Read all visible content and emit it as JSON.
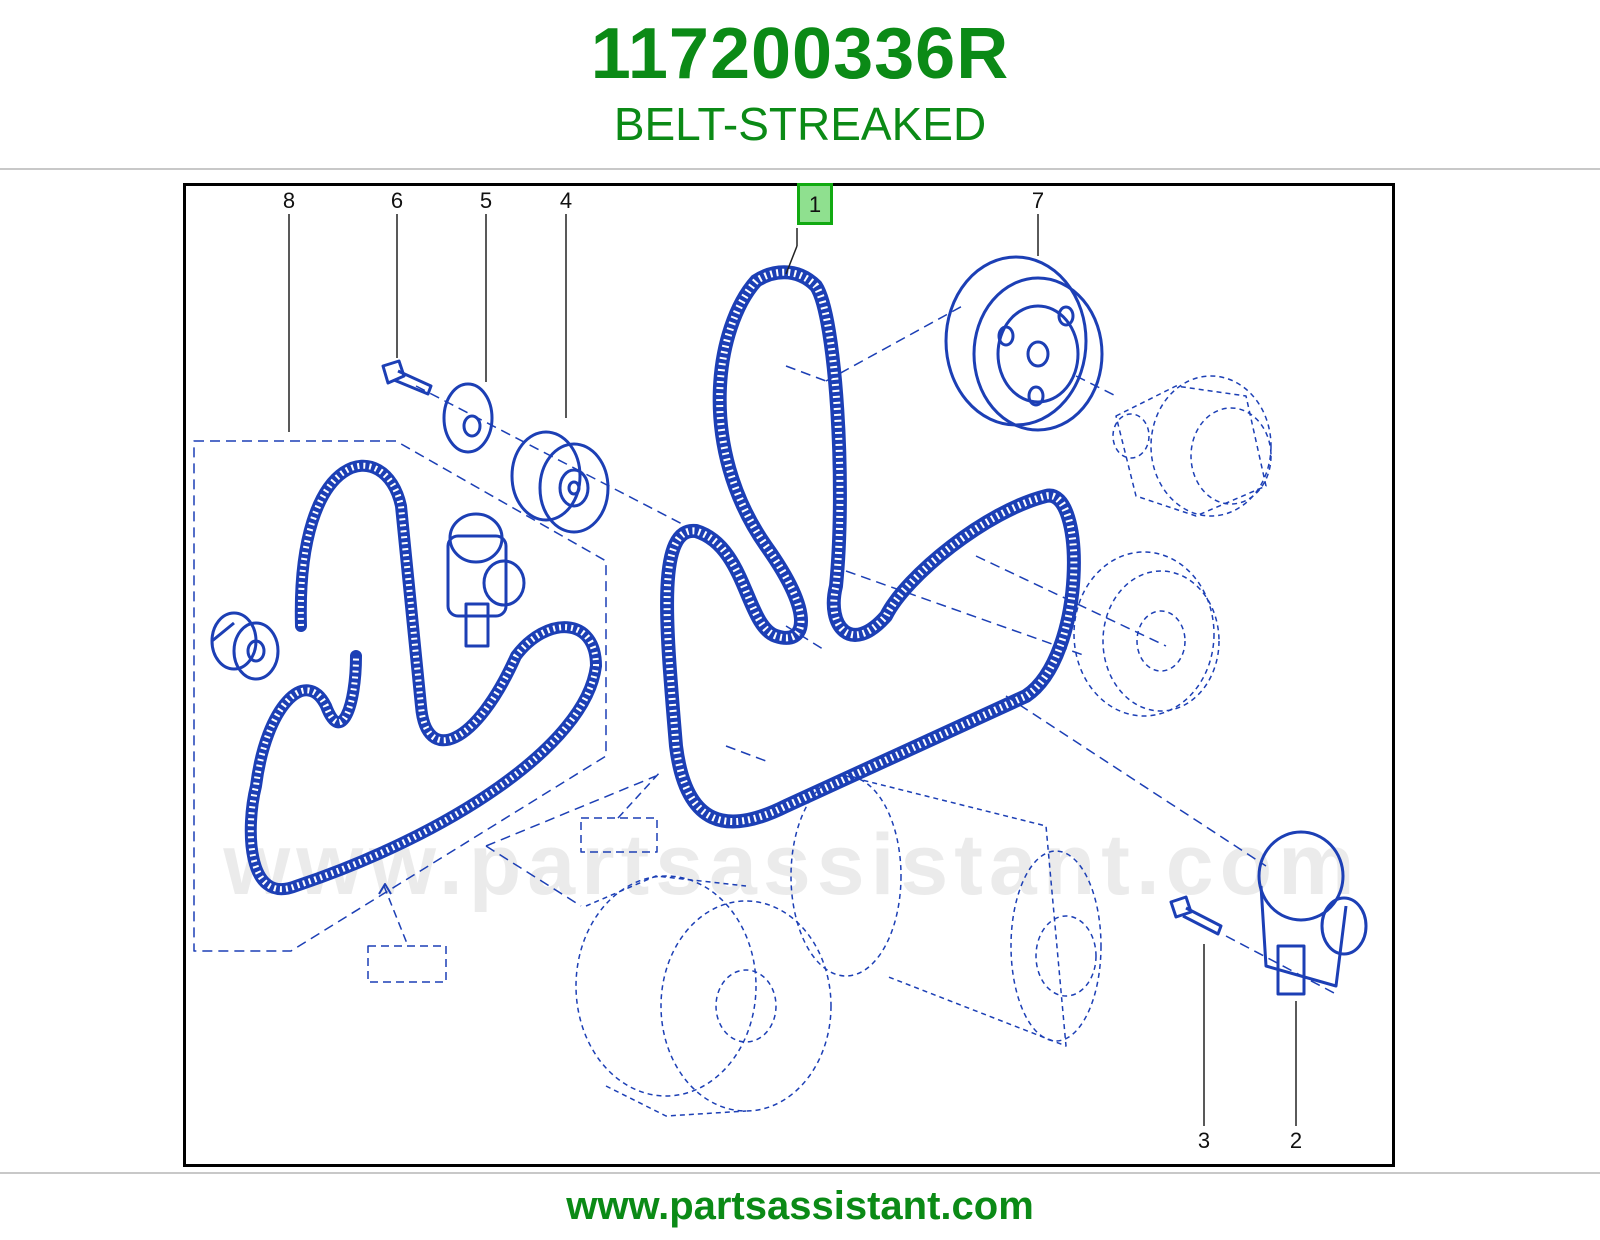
{
  "header": {
    "part_number": "117200336R",
    "part_name": "BELT-STREAKED"
  },
  "diagram": {
    "watermark": "www.partsassistant.com",
    "callouts": [
      {
        "label": "8",
        "name": "belt-kit-assembly"
      },
      {
        "label": "6",
        "name": "bolt"
      },
      {
        "label": "5",
        "name": "washer"
      },
      {
        "label": "4",
        "name": "idler-pulley"
      },
      {
        "label": "1",
        "name": "streaked-belt",
        "highlighted": true
      },
      {
        "label": "7",
        "name": "pump-pulley"
      },
      {
        "label": "3",
        "name": "tensioner-bolt"
      },
      {
        "label": "2",
        "name": "tensioner"
      }
    ],
    "colors": {
      "line_art": "#1c3fb5",
      "highlight": "#8fe08f",
      "brand": "#0b8a16"
    }
  },
  "footer": {
    "url": "www.partsassistant.com"
  }
}
